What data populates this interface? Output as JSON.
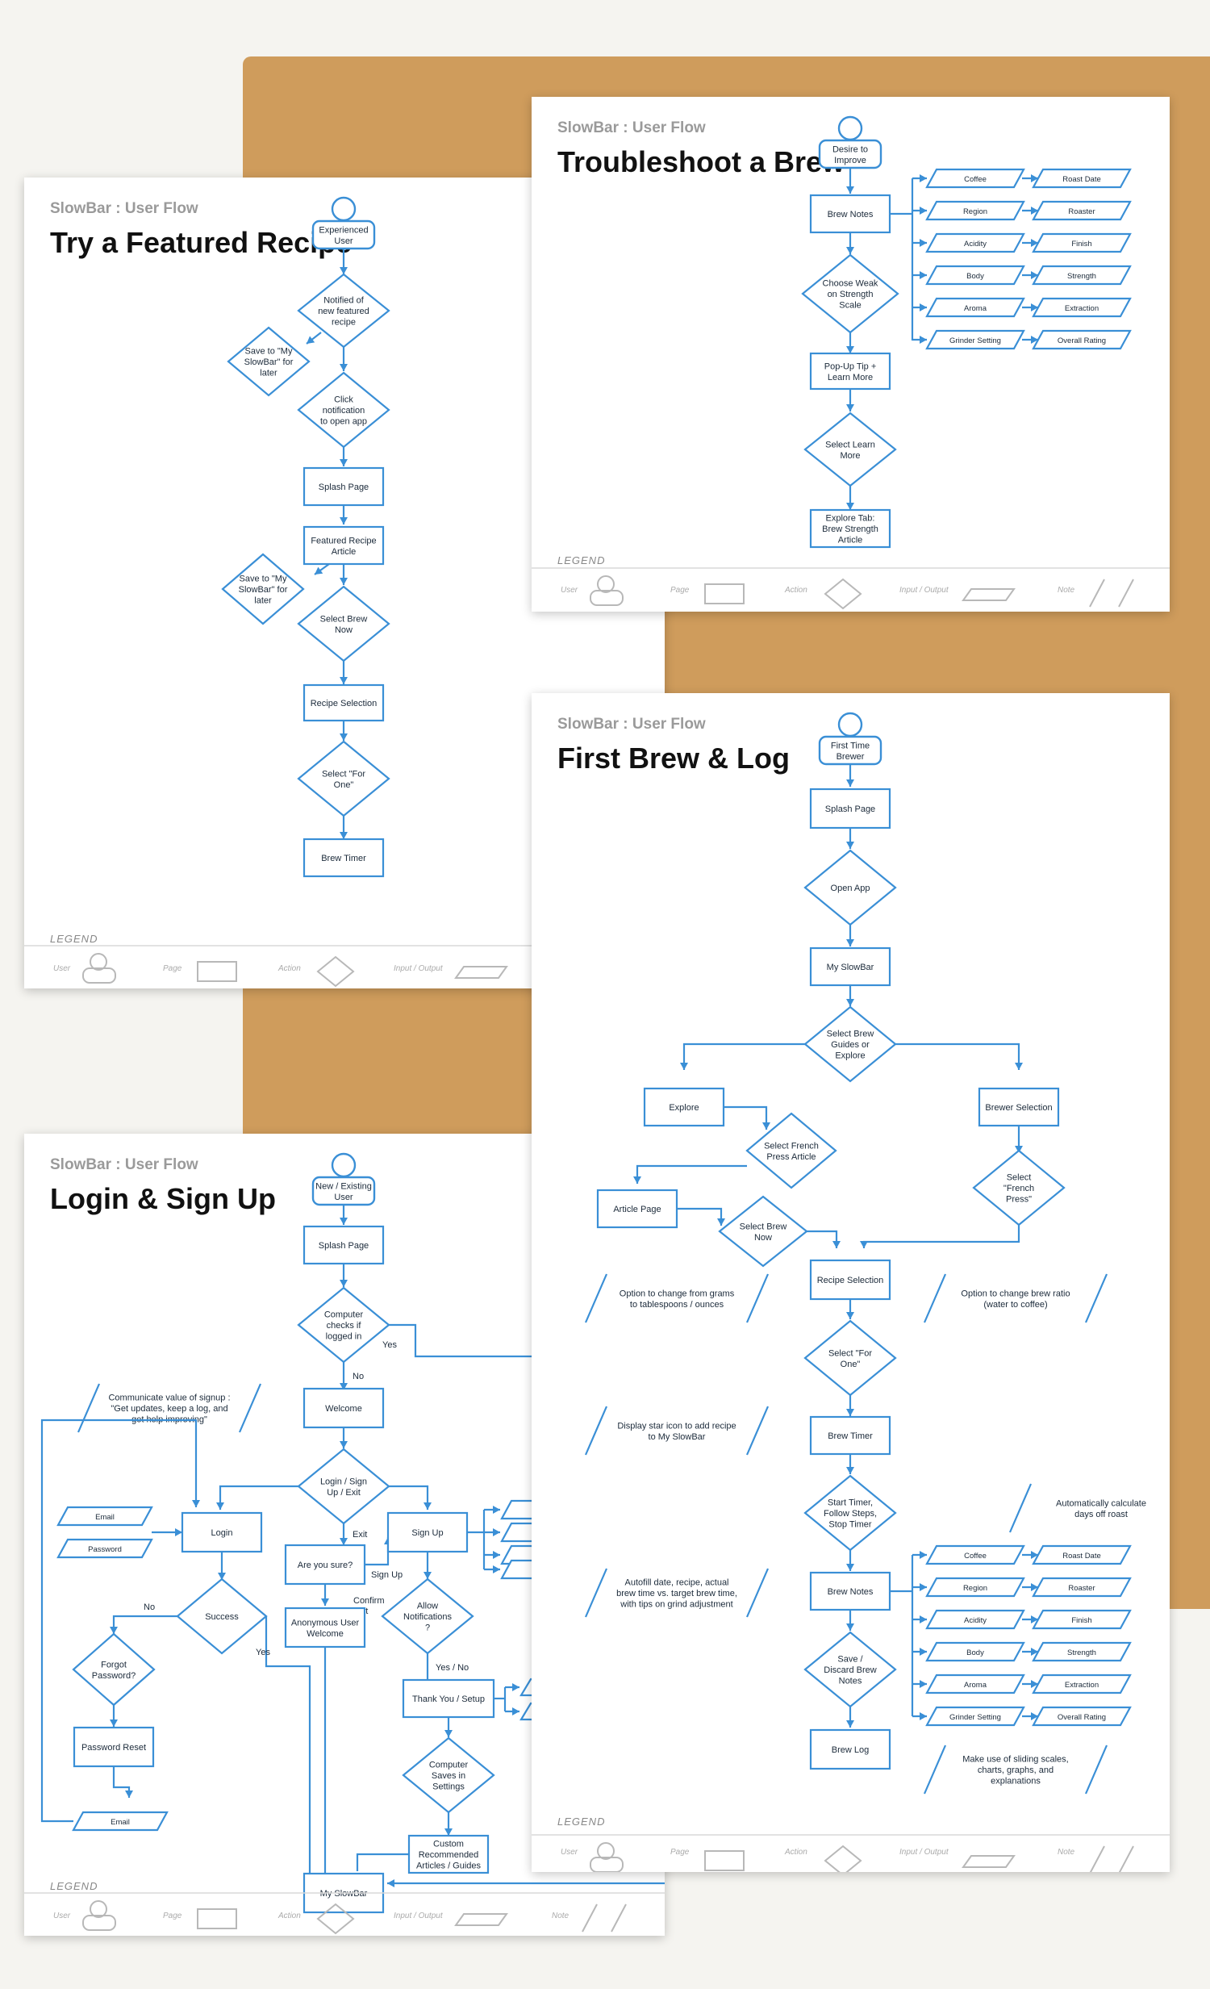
{
  "header": "SlowBar : User Flow",
  "legend": {
    "title": "LEGEND",
    "user": "User",
    "page": "Page",
    "action": "Action",
    "io": "Input / Output",
    "note": "Note"
  },
  "troubleshoot": {
    "title": "Troubleshoot a Brew",
    "start": [
      "Desire to",
      "Improve"
    ],
    "brew_notes": [
      "Brew Notes"
    ],
    "choose_weak": [
      "Choose Weak",
      "on Strength",
      "Scale"
    ],
    "popup_tip": [
      "Pop-Up Tip +",
      "Learn More"
    ],
    "select_learn": [
      "Select Learn",
      "More"
    ],
    "explore_tab": [
      "Explore Tab:",
      "Brew Strength",
      "Article"
    ],
    "notes_left": [
      "Coffee",
      "Region",
      "Acidity",
      "Body",
      "Aroma",
      "Grinder Setting"
    ],
    "notes_right": [
      "Roast Date",
      "Roaster",
      "Finish",
      "Strength",
      "Extraction",
      "Overall Rating"
    ]
  },
  "featured": {
    "title": "Try a Featured Recipe",
    "start": [
      "Experienced",
      "User"
    ],
    "notified": [
      "Notified of",
      "new featured",
      "recipe"
    ],
    "save1": [
      "Save to \"My",
      "SlowBar\" for",
      "later"
    ],
    "click_notif": [
      "Click",
      "notification",
      "to open app"
    ],
    "splash": [
      "Splash Page"
    ],
    "featured_article": [
      "Featured Recipe",
      "Article"
    ],
    "save2": [
      "Save to \"My",
      "SlowBar\" for",
      "later"
    ],
    "select_brew": [
      "Select Brew",
      "Now"
    ],
    "recipe_selection": [
      "Recipe Selection"
    ],
    "select_for_one": [
      "Select \"For",
      "One\""
    ],
    "brew_timer": [
      "Brew Timer"
    ]
  },
  "first_brew": {
    "title": "First Brew & Log",
    "start": [
      "First Time",
      "Brewer"
    ],
    "splash": [
      "Splash Page"
    ],
    "open_app": [
      "Open App"
    ],
    "my_slowbar": [
      "My SlowBar"
    ],
    "select_guides": [
      "Select Brew",
      "Guides or",
      "Explore"
    ],
    "explore": [
      "Explore"
    ],
    "brewer_selection": [
      "Brewer Selection"
    ],
    "select_french_article": [
      "Select French",
      "Press Article"
    ],
    "select_french": [
      "Select",
      "\"French",
      "Press\""
    ],
    "article_page": [
      "Article Page"
    ],
    "select_brew_now": [
      "Select Brew",
      "Now"
    ],
    "recipe_selection": [
      "Recipe Selection"
    ],
    "select_for_one": [
      "Select \"For",
      "One\""
    ],
    "brew_timer": [
      "Brew Timer"
    ],
    "start_timer": [
      "Start Timer,",
      "Follow Steps,",
      "Stop Timer"
    ],
    "brew_notes": [
      "Brew Notes"
    ],
    "save_discard": [
      "Save /",
      "Discard Brew",
      "Notes"
    ],
    "brew_log": [
      "Brew Log"
    ],
    "note_grams": [
      "Option to change from grams",
      "to tablespoons / ounces"
    ],
    "note_ratio": [
      "Option to change brew ratio",
      "(water to coffee)"
    ],
    "note_star": [
      "Display star icon to add recipe",
      "to My SlowBar"
    ],
    "note_autocalc": [
      "Automatically calculate",
      "days off roast"
    ],
    "note_autofill": [
      "Autofill date, recipe, actual",
      "brew time vs. target brew time,",
      "with tips on grind adjustment"
    ],
    "note_sliding": [
      "Make use of sliding scales,",
      "charts, graphs, and",
      "explanations"
    ],
    "notes_left": [
      "Coffee",
      "Region",
      "Acidity",
      "Body",
      "Aroma",
      "Grinder Setting"
    ],
    "notes_right": [
      "Roast Date",
      "Roaster",
      "Finish",
      "Strength",
      "Extraction",
      "Overall Rating"
    ]
  },
  "login": {
    "title": "Login & Sign Up",
    "start": [
      "New / Existing",
      "User"
    ],
    "splash": [
      "Splash Page"
    ],
    "computer_checks": [
      "Computer",
      "checks if",
      "logged in"
    ],
    "yes": "Yes",
    "no": "No",
    "note_value": [
      "Communicate value of signup :",
      "\"Get updates, keep a log, and",
      "get help improving\""
    ],
    "welcome": [
      "Welcome"
    ],
    "login_signup_exit": [
      "Login / Sign",
      "Up / Exit"
    ],
    "email_in": [
      "Email"
    ],
    "password_in": [
      "Password"
    ],
    "login": [
      "Login"
    ],
    "are_you_sure": [
      "Are you sure?"
    ],
    "exit_label": "Exit",
    "sign_up_label": "Sign Up",
    "sign_up": [
      "Sign Up"
    ],
    "confirm_exit": [
      "Confirm",
      "Exit"
    ],
    "success": [
      "Success"
    ],
    "no_label": "No",
    "yes_label": "Yes",
    "anon_welcome": [
      "Anonymous User",
      "Welcome"
    ],
    "allow_notifications": [
      "Allow",
      "Notifications",
      "?"
    ],
    "yes_no": "Yes / No",
    "forgot_password": [
      "Forgot",
      "Password?"
    ],
    "thank_you": [
      "Thank You / Setup"
    ],
    "computer_saves": [
      "Computer",
      "Saves in",
      "Settings"
    ],
    "password_reset": [
      "Password Reset"
    ],
    "email_out": [
      "Email"
    ],
    "custom_recommended": [
      "Custom",
      "Recommended",
      "Articles / Guides"
    ],
    "my_slowbar": [
      "My SlowBar"
    ]
  }
}
